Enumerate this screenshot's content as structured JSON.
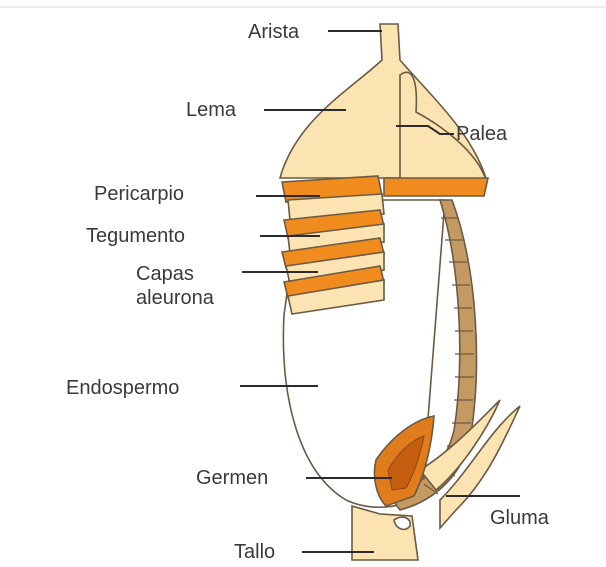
{
  "diagram": {
    "labels": {
      "arista": "Arista",
      "lema": "Lema",
      "palea": "Palea",
      "pericarpio": "Pericarpio",
      "tegumento": "Tegumento",
      "capas_line1": "Capas",
      "capas_line2": "aleurona",
      "endospermo": "Endospermo",
      "germen": "Germen",
      "gluma": "Gluma",
      "tallo": "Tallo"
    },
    "colors": {
      "husk": "#fbe3b2",
      "pericarp": "#f08c1e",
      "germ": "#e07c1c",
      "aleurone": "#c59a62",
      "outline": "#6b5a44",
      "endosperm": "#ffffff",
      "text": "#3a3a3a"
    }
  }
}
